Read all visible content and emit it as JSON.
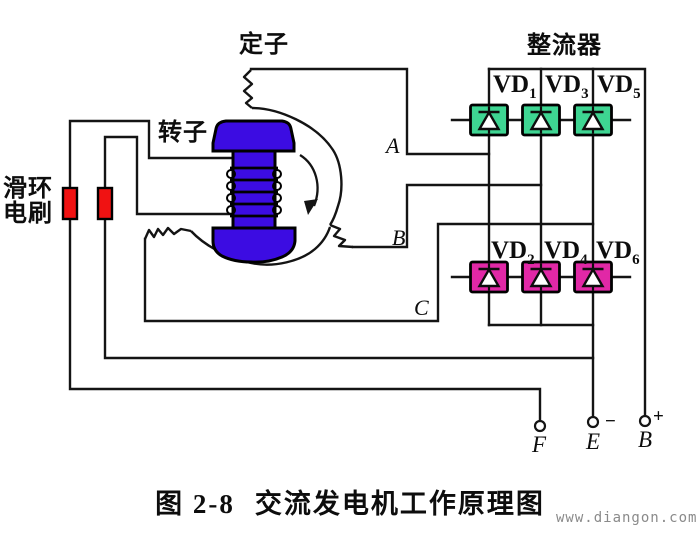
{
  "diagram": {
    "labels": {
      "stator": "定子",
      "rotor": "转子",
      "slip_ring_brush_line1": "滑环",
      "slip_ring_brush_line2": "电刷",
      "rectifier": "整流器",
      "phase_a": "A",
      "phase_b": "B",
      "phase_c": "C"
    },
    "diodes": {
      "d1": {
        "name": "VD",
        "sub": "1"
      },
      "d3": {
        "name": "VD",
        "sub": "3"
      },
      "d5": {
        "name": "VD",
        "sub": "5"
      },
      "d2": {
        "name": "VD",
        "sub": "2"
      },
      "d4": {
        "name": "VD",
        "sub": "4"
      },
      "d6": {
        "name": "VD",
        "sub": "6"
      }
    },
    "terminals": {
      "f": {
        "label": "F"
      },
      "e": {
        "label": "E",
        "sign": "−"
      },
      "b": {
        "label": "B",
        "sign": "+"
      }
    },
    "colors": {
      "rotor_blue": "#3c0ce2",
      "brush_red": "#f01212",
      "diode_top_green": "#3ed592",
      "diode_bottom_magenta": "#e128a6",
      "wire_black": "#141414",
      "watermark_gray": "#8a8a8a"
    }
  },
  "caption": {
    "figure_no": "图 2-8",
    "title": "交流发电机工作原理图"
  },
  "watermark": "www.diangon.com"
}
